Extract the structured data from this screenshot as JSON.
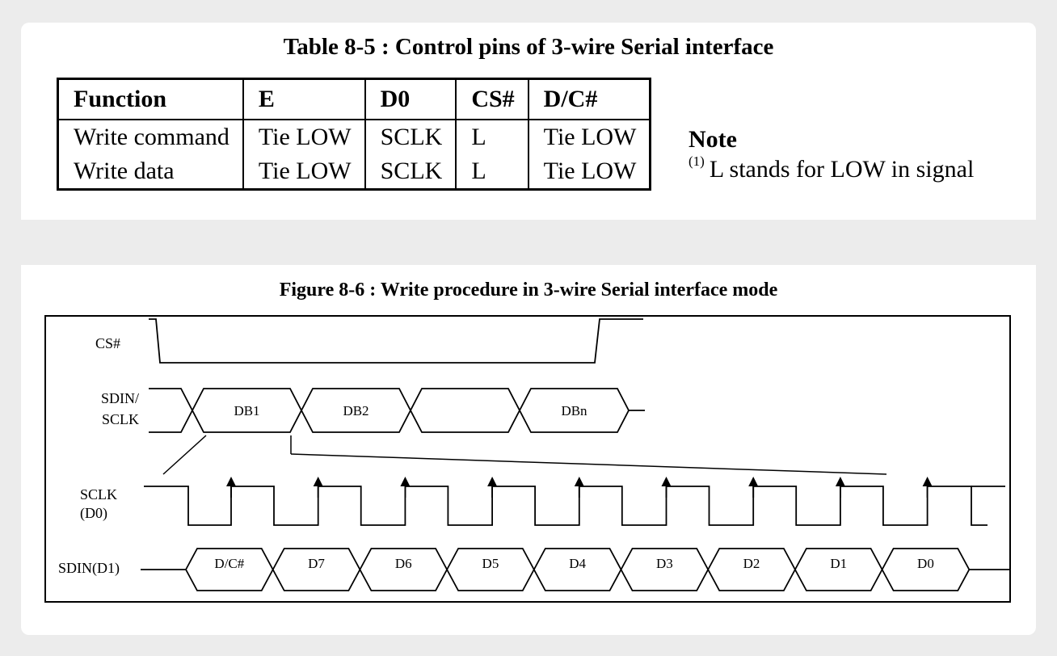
{
  "table": {
    "title": "Table 8-5 : Control pins of 3-wire Serial interface",
    "headers": [
      "Function",
      "E",
      "D0",
      "CS#",
      "D/C#"
    ],
    "rows": [
      [
        "Write command",
        "Tie LOW",
        "SCLK",
        "L",
        "Tie LOW"
      ],
      [
        "Write data",
        "Tie LOW",
        "SCLK",
        "L",
        "Tie LOW"
      ]
    ]
  },
  "note": {
    "title": "Note",
    "superscript": "(1)",
    "text": "L stands for LOW in signal"
  },
  "figure": {
    "title": "Figure 8-6 : Write procedure in 3-wire Serial interface mode",
    "signals": {
      "cs": "CS#",
      "sdin_sclk_line1": "SDIN/",
      "sdin_sclk_line2": "SCLK",
      "sclk_line1": "SCLK",
      "sclk_line2": "(D0)",
      "sdin_d1": "SDIN(D1)"
    },
    "bytes": [
      "DB1",
      "DB2",
      "",
      "DBn"
    ],
    "bits": [
      "D/C#",
      "D7",
      "D6",
      "D5",
      "D4",
      "D3",
      "D2",
      "D1",
      "D0"
    ],
    "clock_rising_edges": 9
  },
  "colors": {
    "page_background": "#ececec",
    "card_background": "#ffffff",
    "ink": "#000000"
  }
}
